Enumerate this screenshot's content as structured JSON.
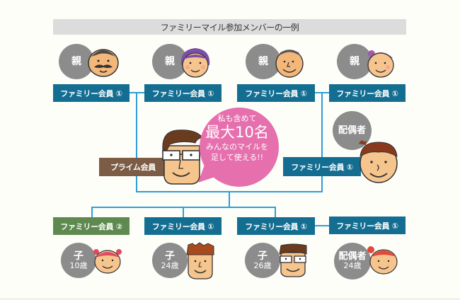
{
  "title": "ファミリーマイル参加メンバーの一例",
  "colors": {
    "member_box": "#146e92",
    "member_box_type2": "#5e8a4f",
    "prime_box": "#7d5c45",
    "connector": "#2d9ed8",
    "role_circle": "#8c8c8c",
    "bubble": "#e66fae",
    "title_bar": "#dcdcdc"
  },
  "parents": [
    {
      "role": "親",
      "label": "ファミリー会員 ①",
      "face": "father-mustache-face"
    },
    {
      "role": "親",
      "label": "ファミリー会員 ①",
      "face": "mother-purple-hair-face"
    },
    {
      "role": "親",
      "label": "ファミリー会員 ①",
      "face": "father-bald-face"
    },
    {
      "role": "親",
      "label": "ファミリー会員 ①",
      "face": "mother-purple-bun-face"
    }
  ],
  "prime": {
    "label": "プライム会員",
    "face": "man-glasses-face"
  },
  "spouse": {
    "role": "配偶者",
    "label": "ファミリー会員 ①",
    "face": "woman-brown-hair-face"
  },
  "bubble": {
    "line1": "私も含めて",
    "line2": "最大10名",
    "line3": "みんなのマイルを",
    "line4": "足して使える!!"
  },
  "children": [
    {
      "role": "子",
      "age": "10歳",
      "label": "ファミリー会員 ②",
      "type": "2"
    },
    {
      "role": "子",
      "age": "24歳",
      "label": "ファミリー会員 ①",
      "type": "1"
    },
    {
      "role": "子",
      "age": "26歳",
      "label": "ファミリー会員 ①",
      "type": "1"
    },
    {
      "role": "配偶者",
      "age": "24歳",
      "label": "ファミリー会員 ①",
      "type": "1"
    }
  ]
}
